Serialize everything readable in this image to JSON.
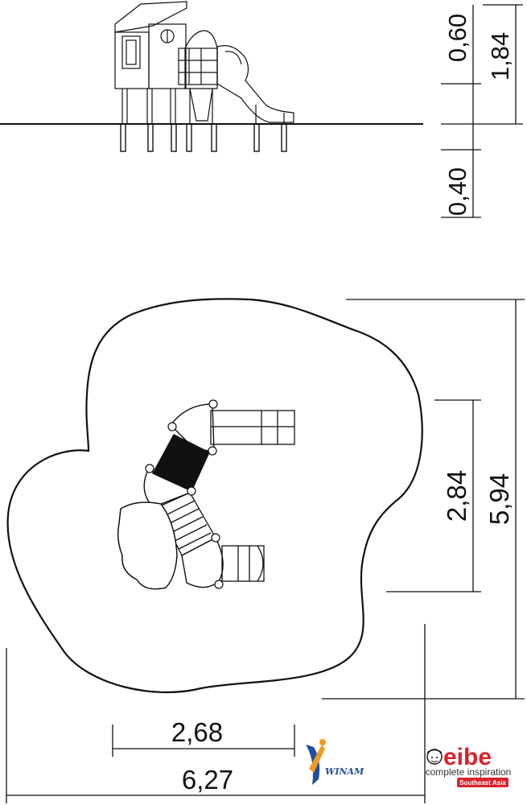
{
  "dimensions": {
    "elevation_height": "1,84",
    "platform_height": "0,60",
    "foundation_depth": "0,40",
    "structure_depth": "2,84",
    "total_depth": "5,94",
    "structure_width": "2,68",
    "total_width": "6,27"
  },
  "logos": {
    "winam": "WINAM",
    "eibe": "eibe",
    "eibe_tagline": "complete inspiration",
    "eibe_region": "Southeast Asia"
  },
  "colors": {
    "line": "#111111",
    "winam_blue": "#1f4fa0",
    "winam_orange": "#f29a1f",
    "eibe_red": "#d7232e"
  }
}
